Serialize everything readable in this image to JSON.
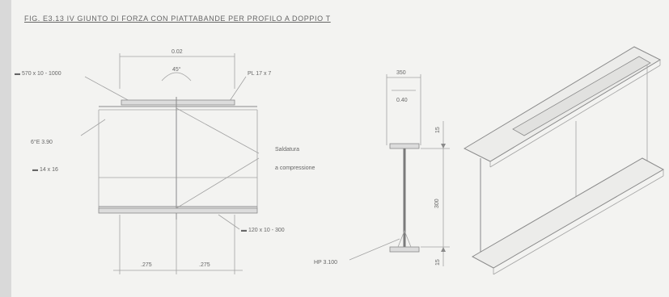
{
  "title": "FIG. E3.13 IV GIUNTO DI FORZA CON PIATTABANDE PER PROFILO A DOPPIO T",
  "section_view": {
    "dim_top": "0.02",
    "dim_bottom_left": ".275",
    "dim_bottom_right": ".275",
    "label_top_left": "▬ 570 x 10 - 1000",
    "label_top_right": "PL 17 x 7",
    "label_angle": "45°",
    "label_weld_left": "6°E 3.90",
    "label_mid_left": "▬ 14 x 16",
    "label_stiffener_line1": "Saldatura",
    "label_stiffener_line2": "a compressione",
    "label_bottom_right": "▬ 120 x 10 - 300"
  },
  "profile_view": {
    "dim_top_outer": "350",
    "dim_top_inner": "0.40",
    "dim_right_top": "15",
    "dim_right_height": "300",
    "dim_right_bottom": "15",
    "label_weld": "HP 3.100"
  },
  "colors": {
    "line": "#8a8a8a",
    "background": "#f3f3f1",
    "band": "#d9d9d9"
  }
}
